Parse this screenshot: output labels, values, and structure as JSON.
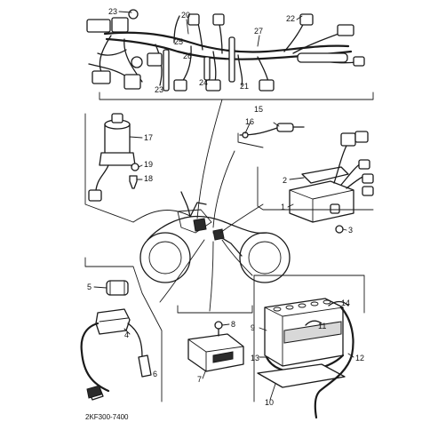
{
  "figure_code": "2KF300-7400",
  "callouts": {
    "c1": "1",
    "c2": "2",
    "c3": "3",
    "c4": "4",
    "c5": "5",
    "c6": "6",
    "c7": "7",
    "c8": "8",
    "c9": "9",
    "c10": "10",
    "c11": "11",
    "c12": "12",
    "c13": "13",
    "c14": "14",
    "c15": "15",
    "c16": "16",
    "c17": "17",
    "c18": "18",
    "c19": "19",
    "c20": "20",
    "c21": "21",
    "c22": "22",
    "c23a": "23",
    "c23b": "23",
    "c24": "24",
    "c25": "25",
    "c26": "26",
    "c27": "27"
  }
}
